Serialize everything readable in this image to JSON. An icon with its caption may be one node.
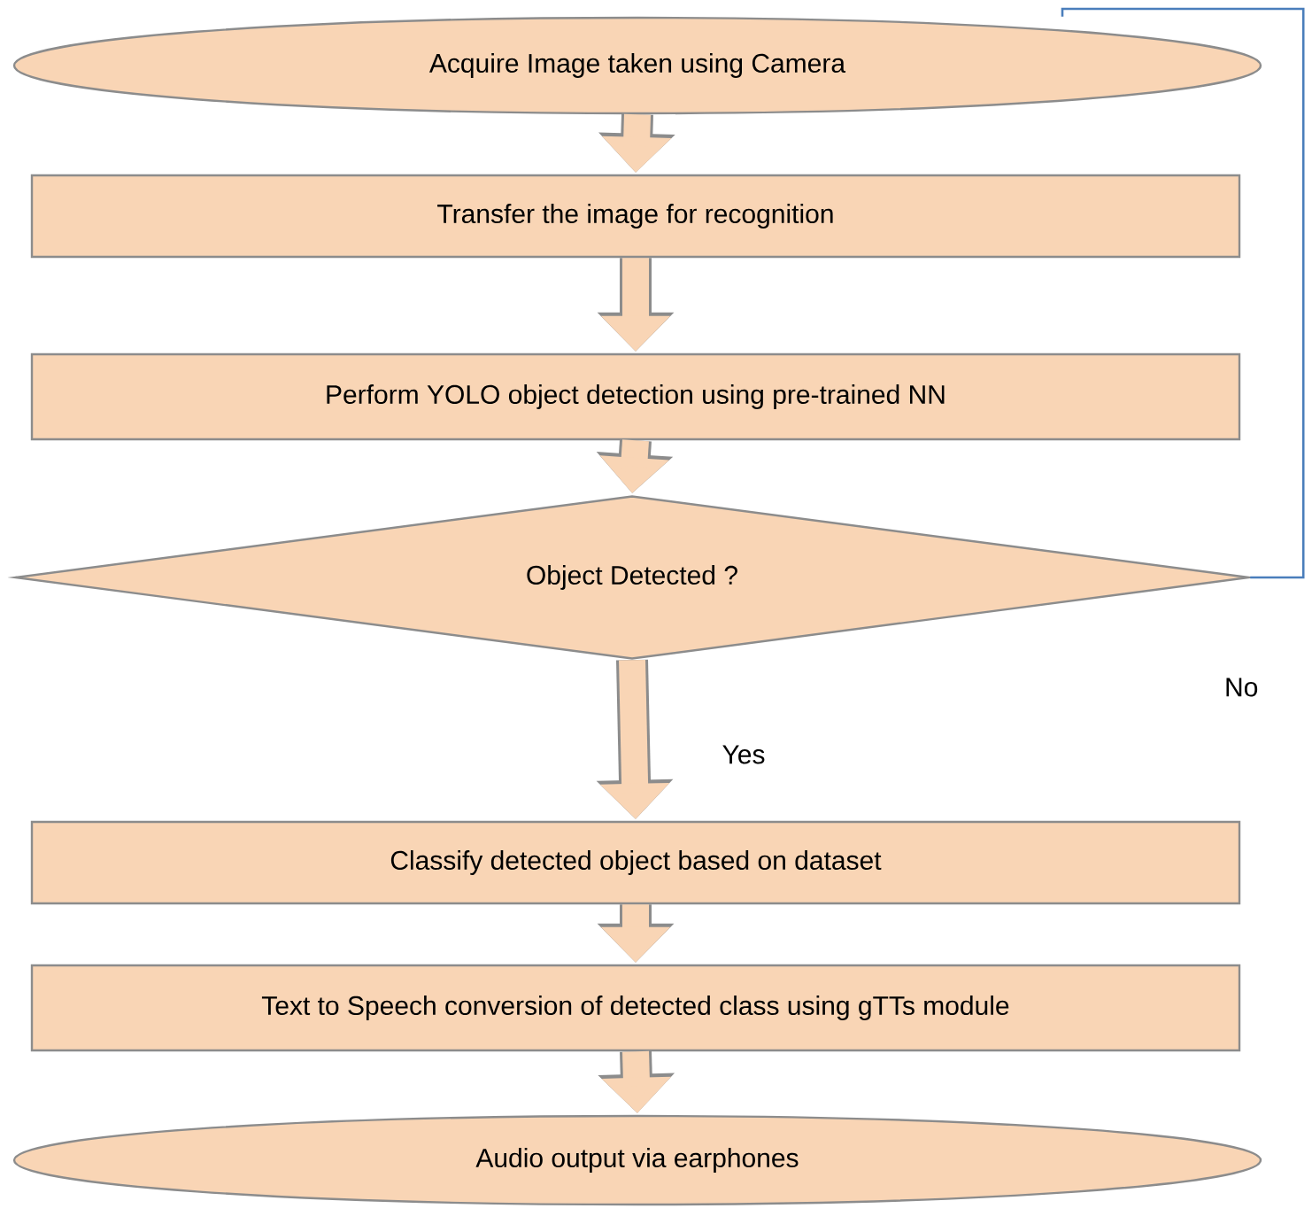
{
  "diagram": {
    "nodes": [
      {
        "text": [
          "Acquire Image taken using Camera"
        ]
      },
      {
        "text": [
          "Transfer the image for recognition"
        ]
      },
      {
        "text": [
          "Perform YOLO object detection using pre-trained NN"
        ]
      },
      {
        "text": [
          "Object Detected ?"
        ]
      },
      {
        "text": [
          "Classify detected object based on dataset"
        ]
      },
      {
        "text": [
          "Text to Speech conversion of detected class using gTTs module"
        ]
      },
      {
        "text": [
          "Audio output  via earphones"
        ]
      }
    ],
    "edges": [
      {
        "from": 0,
        "to": 1,
        "arrow": "to"
      },
      {
        "from": 1,
        "to": 2,
        "arrow": "to"
      },
      {
        "from": 2,
        "to": 3,
        "arrow": "to"
      },
      {
        "from": 3,
        "to": 4,
        "arrow": "to",
        "label": "Yes"
      },
      {
        "from": 4,
        "to": 5,
        "arrow": "to"
      },
      {
        "from": 5,
        "to": 6,
        "arrow": "to"
      },
      {
        "from": 3,
        "to": 0,
        "arrow": "none",
        "label": "No",
        "color": "#4a7ebb"
      }
    ]
  }
}
